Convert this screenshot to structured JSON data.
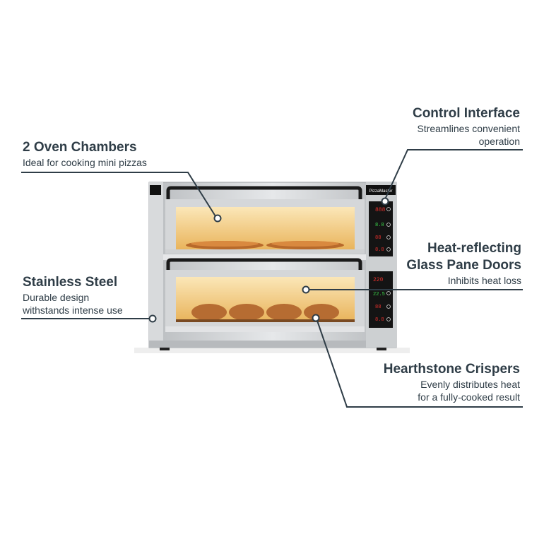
{
  "brand_label": "PizzaMaster",
  "callouts": {
    "control": {
      "title": "Control Interface",
      "desc_lines": [
        "Streamlines convenient",
        "operation"
      ]
    },
    "chambers": {
      "title": "2 Oven Chambers",
      "desc_lines": [
        "Ideal for cooking mini pizzas"
      ]
    },
    "glass": {
      "title_lines": [
        "Heat-reflecting",
        "Glass Pane Doors"
      ],
      "desc_lines": [
        "Inhibits heat loss"
      ]
    },
    "steel": {
      "title": "Stainless Steel",
      "desc_lines": [
        "Durable design",
        "withstands intense use"
      ]
    },
    "crispers": {
      "title": "Hearthstone Crispers",
      "desc_lines": [
        "Evenly distributes heat",
        "for a fully-cooked result"
      ]
    }
  },
  "display_readouts": {
    "upper": [
      "888",
      "8.8",
      "88",
      "8.8"
    ],
    "lower": [
      "220",
      "22.5",
      "88",
      "8.8"
    ]
  },
  "colors": {
    "text": "#2f3d47",
    "line": "#2f3d47",
    "chamber_glow": "#f5d89a",
    "steel": "#c9ccce",
    "panel": "#151515",
    "led": "#e0302b"
  }
}
